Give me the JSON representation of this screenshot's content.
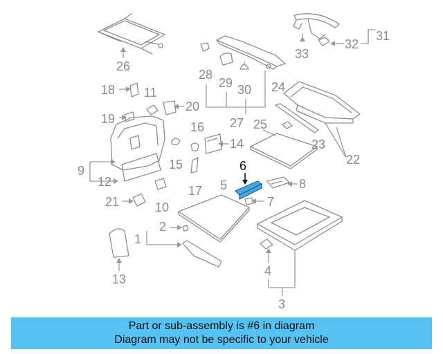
{
  "labels": {
    "l1": "1",
    "l2": "2",
    "l3": "3",
    "l4": "4",
    "l5": "5",
    "l6": "6",
    "l7": "7",
    "l8": "8",
    "l9": "9",
    "l10": "10",
    "l11": "11",
    "l12": "12",
    "l13": "13",
    "l14": "14",
    "l15": "15",
    "l16": "16",
    "l17": "17",
    "l18": "18",
    "l19": "19",
    "l20": "20",
    "l21": "21",
    "l22": "22",
    "l23": "23",
    "l24": "24",
    "l25": "25",
    "l26": "26",
    "l27": "27",
    "l28": "28",
    "l29": "29",
    "l30": "30",
    "l31": "31",
    "l32": "32",
    "l33": "33"
  },
  "highlight_color": "#4aa8e0",
  "banner": {
    "background": "#56c1f3",
    "line1": "Part or sub-assembly is #6 in diagram",
    "line2": "Diagram may not be specific to your vehicle"
  }
}
